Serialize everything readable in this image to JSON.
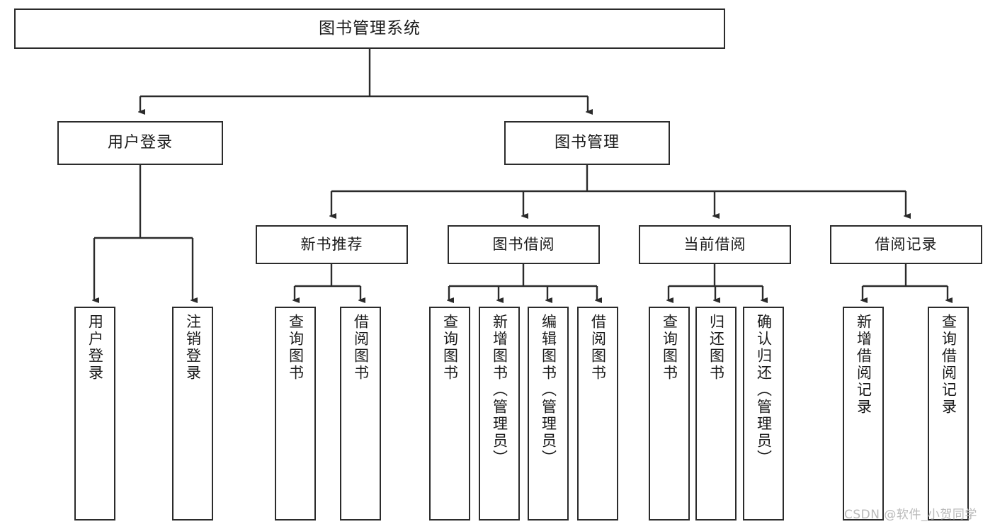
{
  "diagram": {
    "type": "tree-hierarchy",
    "title": "图书管理系统",
    "watermark": "CSDN @软件_小贺同学",
    "style": {
      "box_border_color": "#2b2b2b",
      "box_fill_color": "#ffffff",
      "edge_color": "#2b2b2b",
      "text_color": "#1a1a1a",
      "background_color": "#ffffff",
      "watermark_color": "#b9b9b9"
    },
    "nodes": {
      "root": {
        "label": "图书管理系统",
        "level": 0,
        "orientation": "horizontal"
      },
      "l1": [
        {
          "id": "user-login",
          "label": "用户登录",
          "level": 1,
          "orientation": "horizontal"
        },
        {
          "id": "book-manage",
          "label": "图书管理",
          "level": 1,
          "orientation": "horizontal"
        }
      ],
      "l2": [
        {
          "id": "new-book-recommend",
          "label": "新书推荐",
          "level": 2,
          "orientation": "horizontal",
          "parent": "book-manage"
        },
        {
          "id": "book-borrow",
          "label": "图书借阅",
          "level": 2,
          "orientation": "horizontal",
          "parent": "book-manage"
        },
        {
          "id": "current-borrow",
          "label": "当前借阅",
          "level": 2,
          "orientation": "horizontal",
          "parent": "book-manage"
        },
        {
          "id": "borrow-record",
          "label": "借阅记录",
          "level": 2,
          "orientation": "horizontal",
          "parent": "book-manage"
        }
      ],
      "leaves": [
        {
          "id": "leaf-user-login",
          "label": "用户登录",
          "parent": "user-login",
          "orientation": "vertical"
        },
        {
          "id": "leaf-logout-login",
          "label": "注销登录",
          "parent": "user-login",
          "orientation": "vertical"
        },
        {
          "id": "leaf-query-book-1",
          "label": "查询图书",
          "parent": "new-book-recommend",
          "orientation": "vertical"
        },
        {
          "id": "leaf-borrow-book-1",
          "label": "借阅图书",
          "parent": "new-book-recommend",
          "orientation": "vertical"
        },
        {
          "id": "leaf-query-book-2",
          "label": "查询图书",
          "parent": "book-borrow",
          "orientation": "vertical"
        },
        {
          "id": "leaf-add-book",
          "label": "新增图书（管理员）",
          "parent": "book-borrow",
          "orientation": "vertical"
        },
        {
          "id": "leaf-edit-book",
          "label": "编辑图书（管理员）",
          "parent": "book-borrow",
          "orientation": "vertical"
        },
        {
          "id": "leaf-borrow-book-2",
          "label": "借阅图书",
          "parent": "book-borrow",
          "orientation": "vertical"
        },
        {
          "id": "leaf-query-book-3",
          "label": "查询图书",
          "parent": "current-borrow",
          "orientation": "vertical"
        },
        {
          "id": "leaf-return-book",
          "label": "归还图书",
          "parent": "current-borrow",
          "orientation": "vertical"
        },
        {
          "id": "leaf-confirm-return",
          "label": "确认归还（管理员）",
          "parent": "current-borrow",
          "orientation": "vertical"
        },
        {
          "id": "leaf-add-record",
          "label": "新增借阅记录",
          "parent": "borrow-record",
          "orientation": "vertical"
        },
        {
          "id": "leaf-query-record",
          "label": "查询借阅记录",
          "parent": "borrow-record",
          "orientation": "vertical"
        }
      ]
    }
  }
}
